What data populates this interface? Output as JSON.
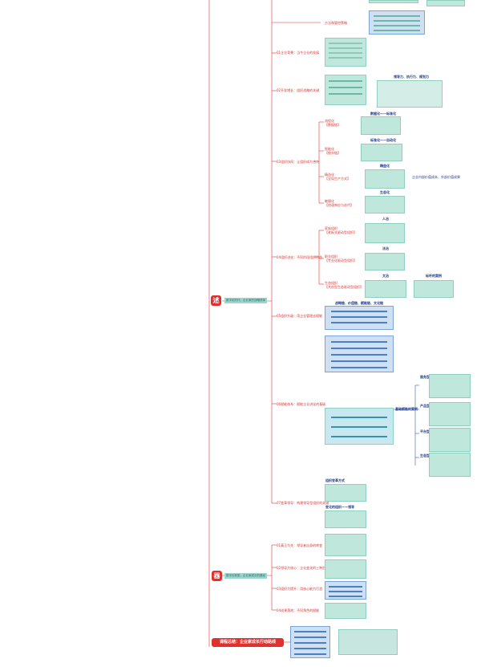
{
  "root_nodes": {
    "shu": "述",
    "qi": "器",
    "summary": "课程总结：企业家成长行动路线"
  },
  "branch_labels": {
    "shu_branch": "数字化时代，企业家的战略抉择",
    "qi_branch": "数字化转型，企业家成长的路径"
  },
  "nodes": {
    "n_top_measure": "方法和管控策略",
    "n_01": "01企业背景：当今企业的发展",
    "n_02": "02开发增长：组织战略的关键",
    "n_02_top": "领导力、执行力、规划力",
    "n_03": "03组织协同：让组织成为合力",
    "n_03_a": "流程化\n【数据链】",
    "n_03_a_top": "数据化——标准化",
    "n_03_b": "智能化\n【细节链】",
    "n_03_b_top": "标准化——自动化",
    "n_03_c": "精益化\n【全局生产方式】",
    "n_03_c_top": "精益化",
    "n_03_c_right": "企业内部价值成本、外部价值成果",
    "n_03_d": "敏捷化\n【快速响应与迭代】",
    "n_03_d_top": "生态化",
    "n_04": "04组织进化：不同阶段组织形态",
    "n_04_a": "家族组织\n【老板式驱动型组织】",
    "n_04_a_top": "人治",
    "n_04_b": "职业组织\n【专业化驱动型组织】",
    "n_04_b_top": "法治",
    "n_04_c": "生态组织\n【共创型生态驱动型组织】",
    "n_04_c_top": "文治",
    "n_04_c_right": "标杆的案例",
    "n_05": "05组织升级：用企业管理去赋能",
    "n_05_top": "战略链、价值链、赋能链、文化链",
    "n_06": "06赋能体系：赋能企业进化的基础",
    "n_06_right": "基础赋能的案例",
    "n_06_r1": "服务型",
    "n_06_r2": "产品型",
    "n_06_r3": "平台型",
    "n_06_r4": "生态型",
    "n_07": "07变革领导：构建领导型组织的关键",
    "n_07_top": "组织变革方式",
    "n_07_mid": "变化的组织——领导",
    "q_01": "01真正为先：领导者自身的转变",
    "q_02": "02领导力核心：企业变化的三种形态",
    "q_03": "03组织力提升：用核心能力打造",
    "q_04": "04成果落地：不同角色的赋能"
  },
  "colors": {
    "accent_red": "#e0312f",
    "teal_node": "#9ed5cd",
    "thumb_green": "#bfe7dc",
    "line_dark_blue": "#1e3a8a"
  }
}
